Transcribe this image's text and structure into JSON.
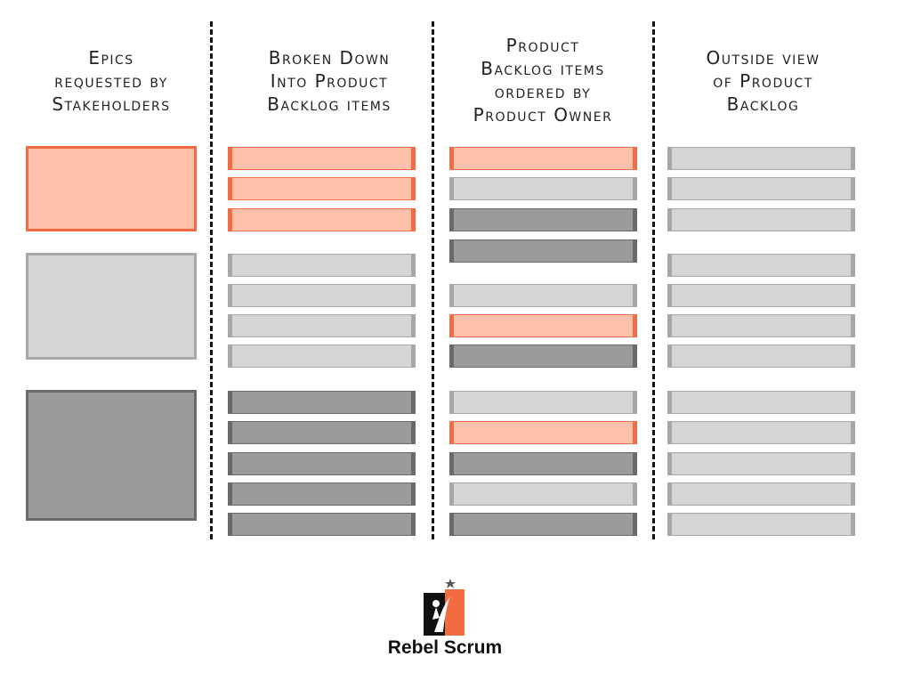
{
  "columns": [
    {
      "heading_lines": [
        "Epics",
        "requested by",
        "Stakeholders"
      ]
    },
    {
      "heading_lines": [
        "Broken Down",
        "Into Product",
        "Backlog items"
      ]
    },
    {
      "heading_lines": [
        "Product",
        "Backlog items",
        "ordered by",
        "Product Owner"
      ]
    },
    {
      "heading_lines": [
        "Outside view",
        "of Product",
        "Backlog"
      ]
    }
  ],
  "epics": [
    {
      "color": "orange"
    },
    {
      "color": "light"
    },
    {
      "color": "dark"
    }
  ],
  "broken_down_items": [
    "orange",
    "orange",
    "orange",
    "light",
    "light",
    "light",
    "light",
    "dark",
    "dark",
    "dark",
    "dark",
    "dark"
  ],
  "ordered_items": [
    "orange",
    "light",
    "dark",
    "dark",
    "light",
    "orange",
    "dark",
    "light",
    "orange",
    "dark",
    "light",
    "dark"
  ],
  "outside_view_items": [
    "light",
    "light",
    "light",
    "light",
    "light",
    "light",
    "light",
    "light",
    "light",
    "light",
    "light",
    "light"
  ],
  "colors": {
    "orange_fill": "#fdc0ab",
    "orange_border": "#f26c43",
    "light_fill": "#d5d5d5",
    "light_border": "#a7a7a7",
    "dark_fill": "#9b9b9b",
    "dark_border": "#6a6a6a"
  },
  "logo": {
    "text": "Rebel Scrum",
    "icon": "rebel-scrum-logo-icon"
  }
}
